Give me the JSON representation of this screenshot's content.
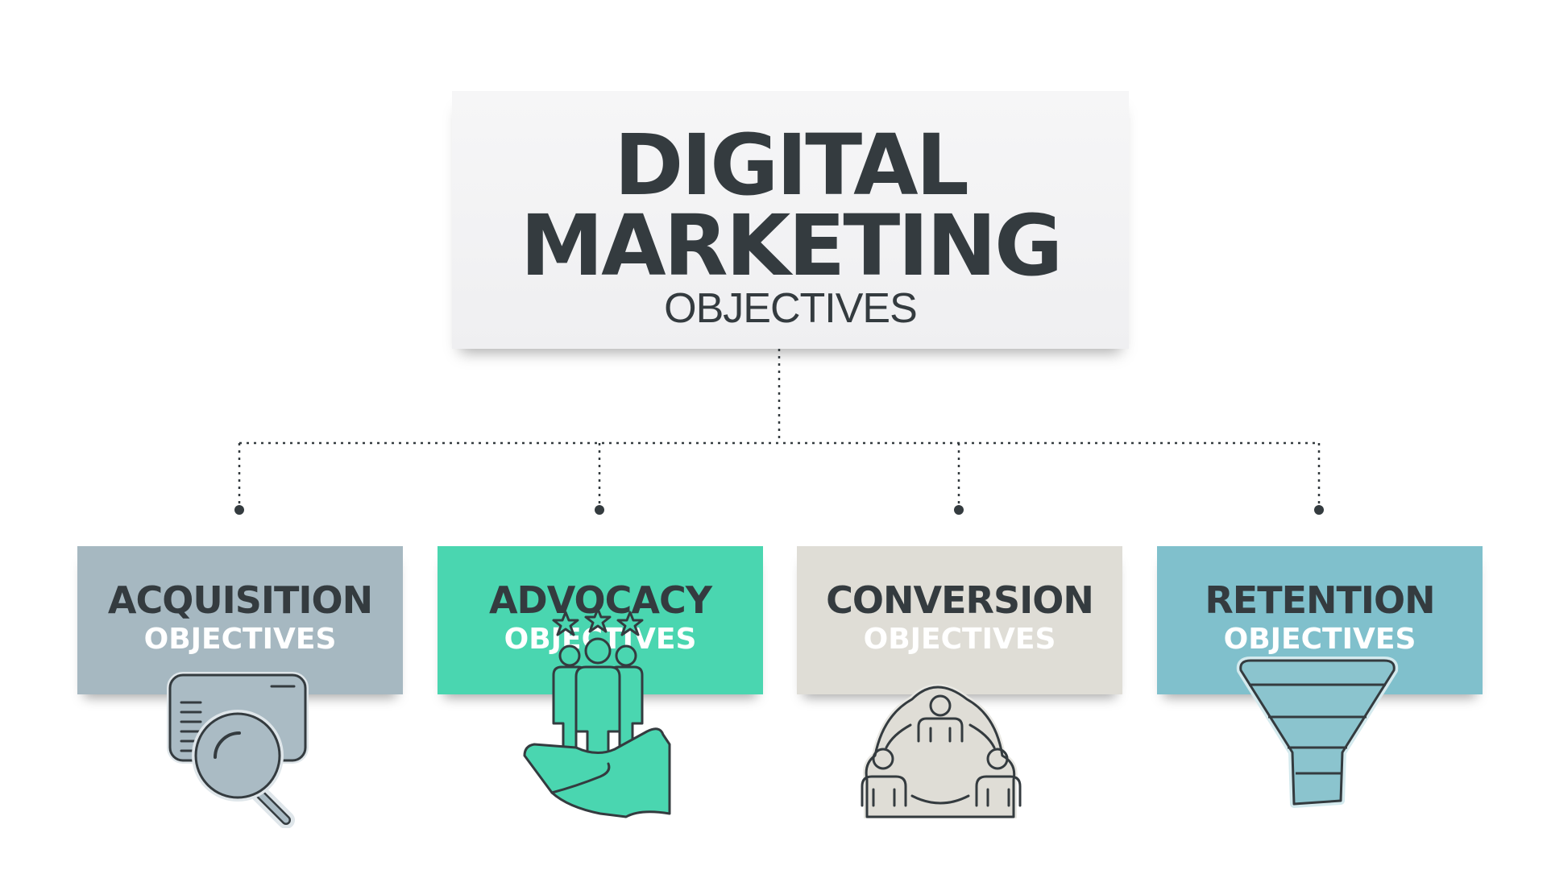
{
  "header": {
    "line1": "DIGITAL",
    "line2": "MARKETING",
    "line3": "OBJECTIVES"
  },
  "cards": [
    {
      "title": "ACQUISITION",
      "subtitle": "OBJECTIVES",
      "color": "#a6b8c1",
      "icon": "search-screen-icon"
    },
    {
      "title": "ADVOCACY",
      "subtitle": "OBJECTIVES",
      "color": "#4ad6b0",
      "icon": "hand-people-stars-icon"
    },
    {
      "title": "CONVERSION",
      "subtitle": "OBJECTIVES",
      "color": "#dfddd6",
      "icon": "people-network-icon"
    },
    {
      "title": "RETENTION",
      "subtitle": "OBJECTIVES",
      "color": "#80c0cc",
      "icon": "funnel-icon"
    }
  ],
  "colors": {
    "text_dark": "#343b3f",
    "text_light": "#ffffff",
    "connector": "#343b3f"
  }
}
